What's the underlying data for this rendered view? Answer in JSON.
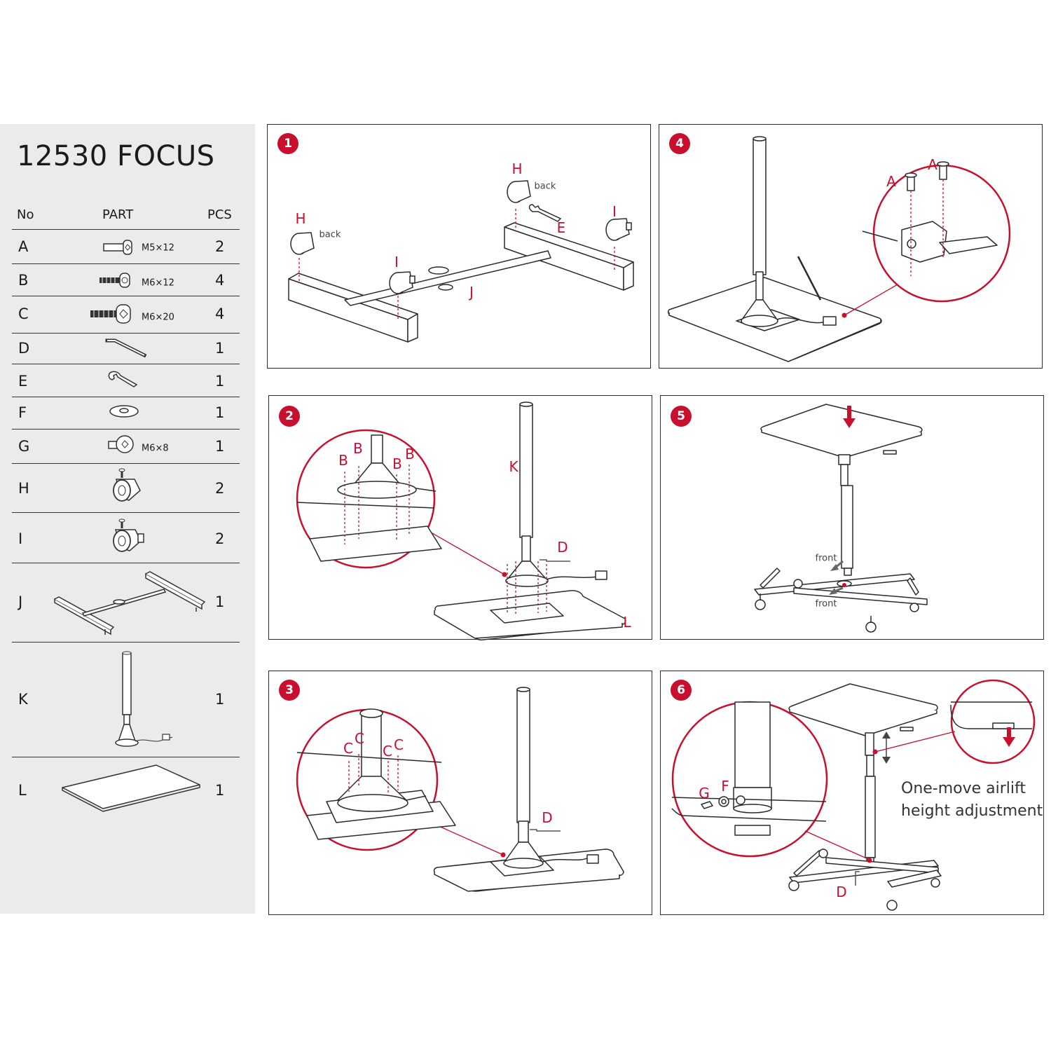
{
  "title": "12530 FOCUS",
  "columns": {
    "no": "No",
    "part": "PART",
    "pcs": "PCS"
  },
  "parts": [
    {
      "no": "A",
      "spec": "M5×12",
      "pcs": "2",
      "icon": "short-bolt-icon"
    },
    {
      "no": "B",
      "spec": "M6×12",
      "pcs": "4",
      "icon": "bolt-icon"
    },
    {
      "no": "C",
      "spec": "M6×20",
      "pcs": "4",
      "icon": "long-bolt-icon"
    },
    {
      "no": "D",
      "spec": "",
      "pcs": "1",
      "icon": "hex-key-icon"
    },
    {
      "no": "E",
      "spec": "",
      "pcs": "1",
      "icon": "wrench-icon"
    },
    {
      "no": "F",
      "spec": "",
      "pcs": "1",
      "icon": "washer-icon"
    },
    {
      "no": "G",
      "spec": "M6×8",
      "pcs": "1",
      "icon": "cap-screw-icon"
    },
    {
      "no": "H",
      "spec": "",
      "pcs": "2",
      "icon": "caster-icon"
    },
    {
      "no": "I",
      "spec": "",
      "pcs": "2",
      "icon": "locking-caster-icon"
    },
    {
      "no": "J",
      "spec": "",
      "pcs": "1",
      "icon": "base-frame-icon"
    },
    {
      "no": "K",
      "spec": "",
      "pcs": "1",
      "icon": "column-icon"
    },
    {
      "no": "L",
      "spec": "",
      "pcs": "1",
      "icon": "tabletop-icon"
    }
  ],
  "steps": [
    {
      "number": "1",
      "labels": {
        "h1": "H",
        "h2": "H",
        "i1": "I",
        "i2": "I",
        "e": "E",
        "j": "J",
        "back1": "back",
        "back2": "back"
      }
    },
    {
      "number": "2",
      "labels": {
        "b1": "B",
        "b2": "B",
        "b3": "B",
        "b4": "B",
        "k": "K",
        "d": "D",
        "l": "L"
      }
    },
    {
      "number": "3",
      "labels": {
        "c1": "C",
        "c2": "C",
        "c3": "C",
        "c4": "C",
        "d": "D"
      }
    },
    {
      "number": "4",
      "labels": {
        "a1": "A",
        "a2": "A"
      }
    },
    {
      "number": "5",
      "labels": {
        "front1": "front",
        "front2": "front"
      }
    },
    {
      "number": "6",
      "labels": {
        "g": "G",
        "f": "F",
        "d": "D"
      },
      "caption_line1": "One-move airlift",
      "caption_line2": "height adjustment"
    }
  ],
  "colors": {
    "accent": "#c8102e",
    "panel": "#ebebeb",
    "line": "#2b2b2b"
  }
}
